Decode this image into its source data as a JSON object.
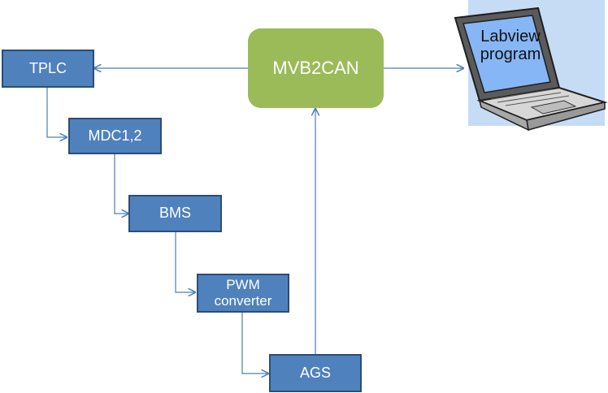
{
  "diagram": {
    "nodes": {
      "tplc": "TPLC",
      "mdc": "MDC1,2",
      "bms": "BMS",
      "pwm": "PWM\nconverter",
      "ags": "AGS",
      "mvb2can": "MVB2CAN",
      "labview": "Labview\nprogram"
    },
    "icons": {
      "laptop": "laptop-icon"
    },
    "colors": {
      "blue_box": "#4f81bd",
      "blue_border": "#2c4d75",
      "green_box": "#9bbb59",
      "line": "#4a7fb8",
      "laptop_bg": "#c6dcf5"
    }
  }
}
